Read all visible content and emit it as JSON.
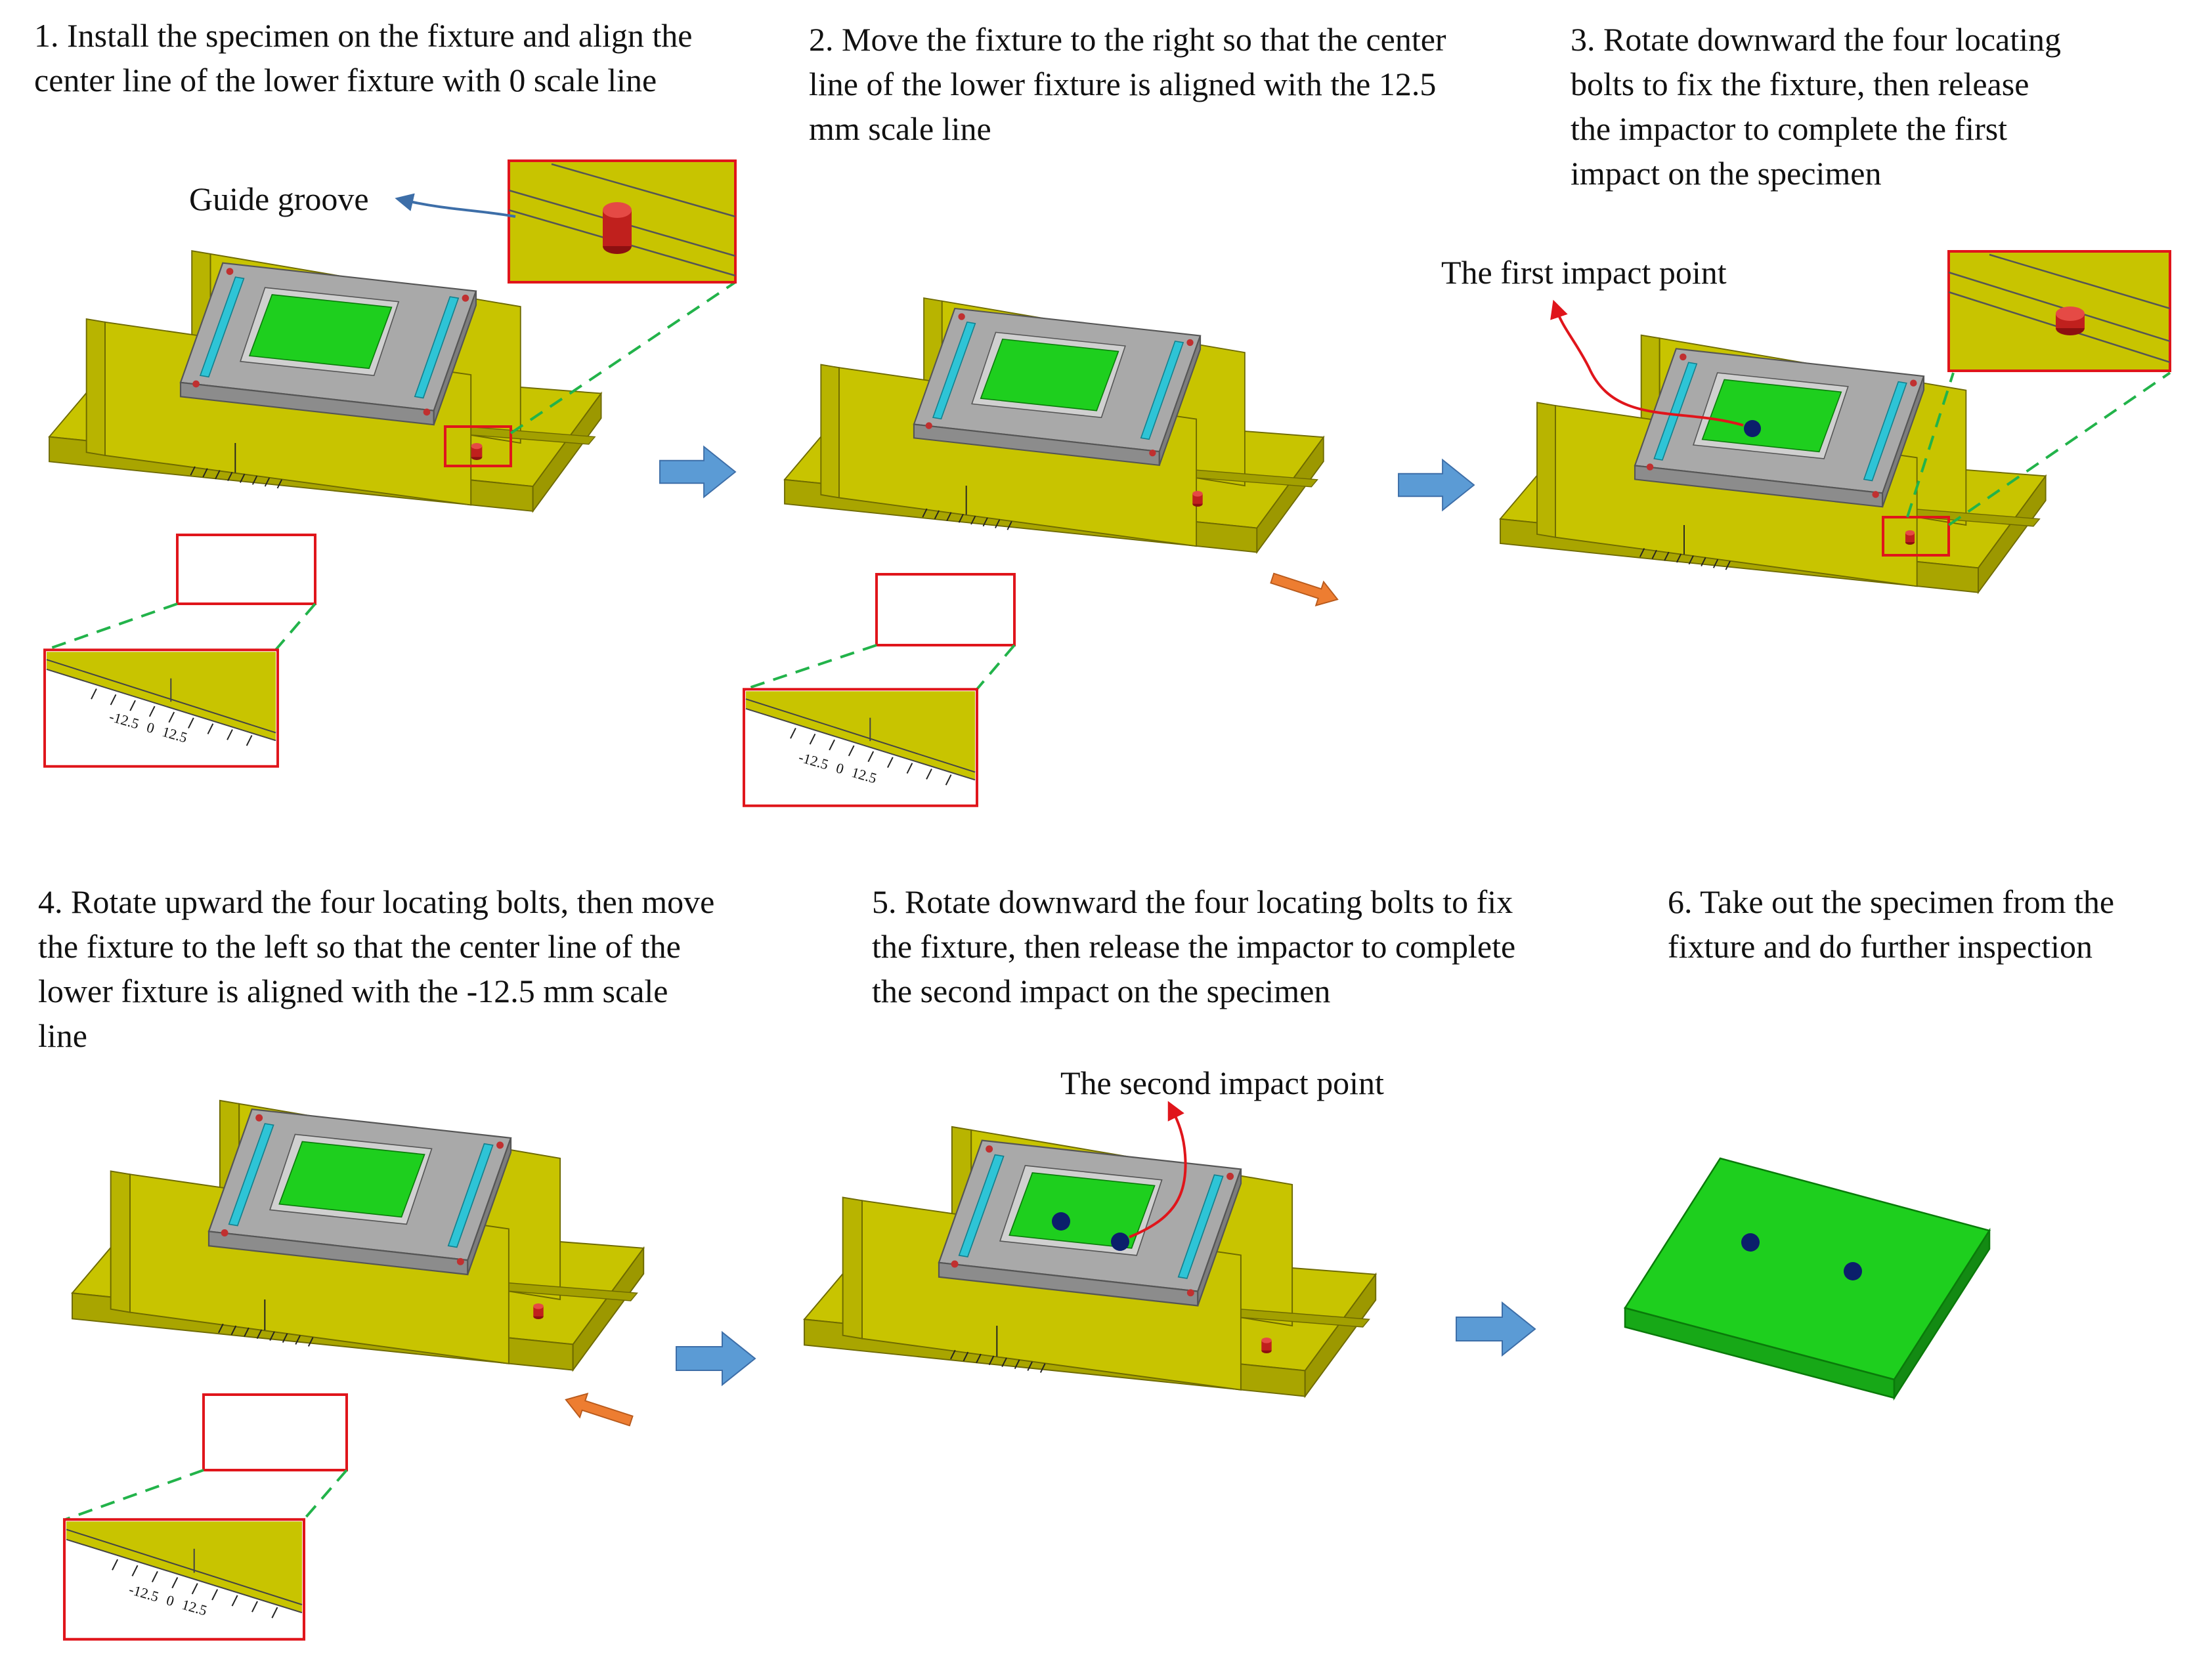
{
  "steps": [
    {
      "text": "1. Install the specimen on the fixture and align the\ncenter line of the lower fixture with 0 scale line"
    },
    {
      "text": "2. Move the fixture to the right so that the center\nline of the lower fixture is aligned with the 12.5\nmm scale line"
    },
    {
      "text": "3. Rotate downward the four locating\nbolts to fix the fixture, then release\nthe impactor to complete the first\nimpact on the specimen"
    },
    {
      "text": "4. Rotate upward the four locating bolts, then move\nthe fixture to the left so that the center line of the\nlower fixture is aligned with the -12.5 mm scale\nline"
    },
    {
      "text": "5. Rotate downward the four locating bolts to fix\nthe fixture, then release the impactor to complete\nthe second impact on the specimen"
    },
    {
      "text": "6. Take out the specimen from the\nfixture and do further inspection"
    }
  ],
  "callouts": {
    "guide_groove": "Guide groove",
    "first_impact": "The first impact point",
    "second_impact": "The second impact point"
  },
  "scale_labels": {
    "neg": "-12.5",
    "zero": "0",
    "pos": "12.5"
  },
  "colors": {
    "fixture_yellow": "#c8c400",
    "fixture_edge": "#6e6a00",
    "plate_gray": "#a9a9a9",
    "specimen_green": "#1ecf1e",
    "bar_cyan": "#2ec4d6",
    "highlight_red": "#e0151b",
    "leader_green": "#22b34a",
    "flow_arrow_blue": "#5b9bd5",
    "move_arrow_orange": "#ed7d31",
    "impact_dot": "#0b1f6b"
  }
}
